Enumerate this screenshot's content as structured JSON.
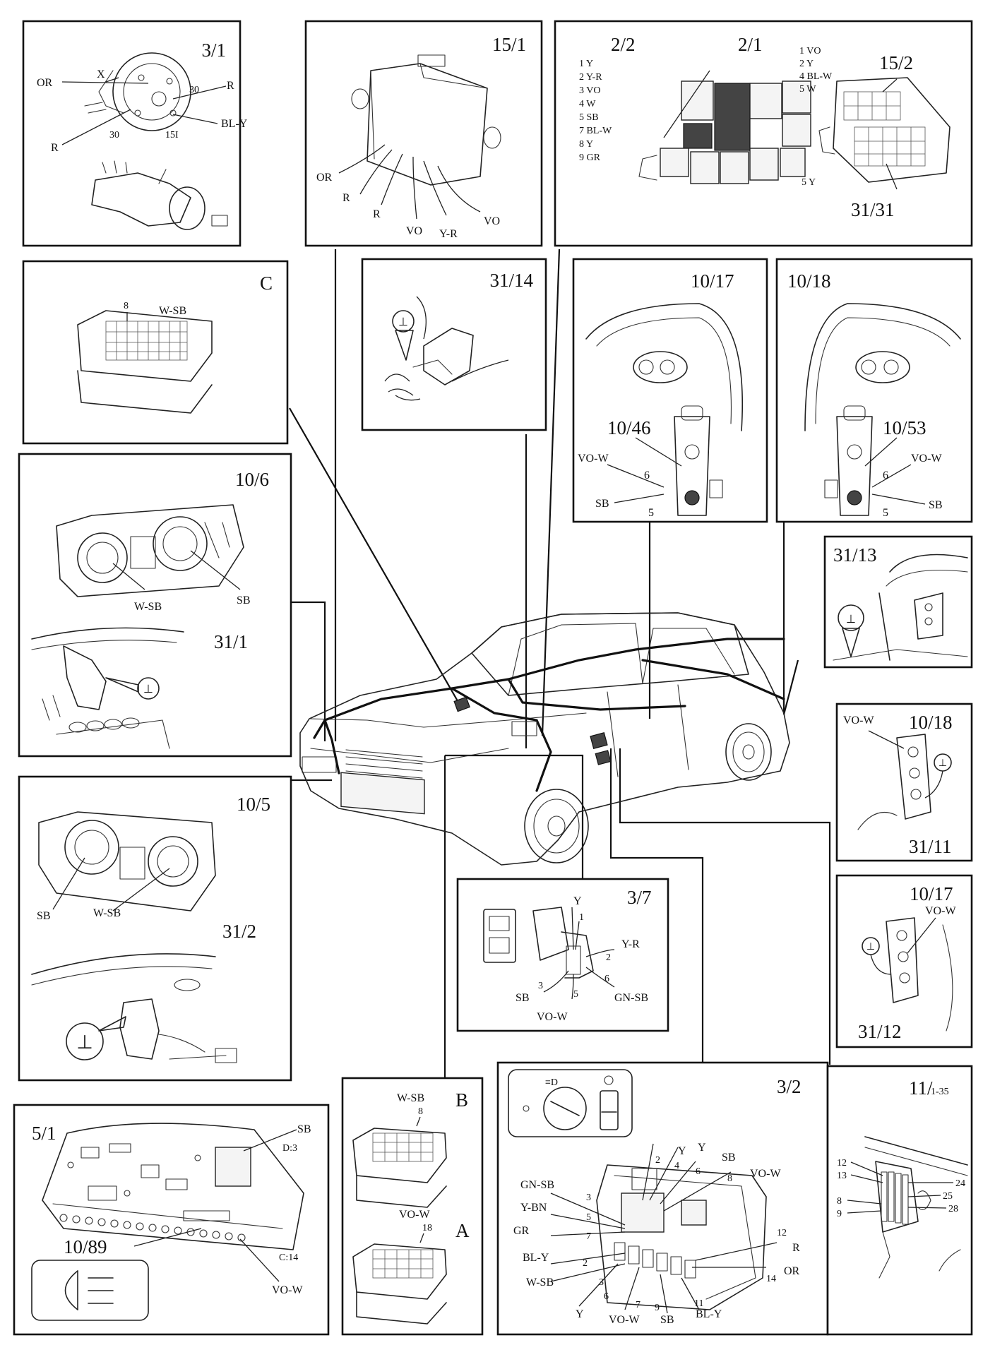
{
  "panels": {
    "p31": {
      "title": "3/1",
      "labels": [
        "OR",
        "X",
        "30",
        "R",
        "BL-Y",
        "R",
        "30",
        "15I"
      ]
    },
    "p151": {
      "title": "15/1",
      "labels": [
        "OR",
        "R",
        "R",
        "VO",
        "Y-R",
        "VO"
      ]
    },
    "p22": {
      "title": "2/2",
      "list": [
        "1 Y",
        "2 Y-R",
        "3 VO",
        "4 W",
        "5 SB",
        "7 BL-W",
        "8 Y",
        "9 GR"
      ]
    },
    "p21": {
      "title": "2/1",
      "list": [
        "1 VO",
        "2 Y",
        "4 BL-W",
        "5 W"
      ],
      "extra": [
        "15/2",
        "5 Y",
        "31/31"
      ]
    },
    "pC": {
      "title": "C",
      "labels": [
        "8",
        "W-SB"
      ]
    },
    "p3114": {
      "title": "31/14"
    },
    "p1017": {
      "title": "10/17",
      "sub": "10/46",
      "labels": [
        "VO-W",
        "6",
        "SB",
        "5"
      ]
    },
    "p1018": {
      "title": "10/18",
      "sub": "10/53",
      "labels": [
        "VO-W",
        "6",
        "SB",
        "5"
      ]
    },
    "p106": {
      "title": "10/6",
      "sub": "31/1",
      "labels": [
        "W-SB",
        "SB"
      ]
    },
    "p3113": {
      "title": "31/13"
    },
    "p1018b": {
      "title": "10/18",
      "sub": "31/11",
      "labels": [
        "VO-W"
      ]
    },
    "p105": {
      "title": "10/5",
      "sub": "31/2",
      "labels": [
        "SB",
        "W-SB"
      ]
    },
    "p37": {
      "title": "3/7",
      "labels": [
        "Y",
        "1",
        "Y-R",
        "2",
        "3",
        "SB",
        "6",
        "5",
        "VO-W",
        "GN-SB"
      ]
    },
    "p1017b": {
      "title": "10/17",
      "sub": "31/12",
      "labels": [
        "VO-W"
      ]
    },
    "p51": {
      "title": "5/1",
      "sub": "10/89",
      "labels": [
        "SB",
        "D:3",
        "C:14",
        "VO-W"
      ]
    },
    "pB": {
      "title": "B",
      "labels": [
        "W-SB",
        "8"
      ],
      "title2": "A",
      "labels2": [
        "VO-W",
        "18"
      ]
    },
    "p32": {
      "title": "3/2",
      "left": [
        "GN-SB",
        "3",
        "Y-BN",
        "5",
        "GR",
        "7",
        "BL-Y",
        "2",
        "W-SB",
        "3"
      ],
      "top": [
        "2",
        "Y",
        "4",
        "Y",
        "6",
        "SB",
        "8",
        "VO-W"
      ],
      "right": [
        "12",
        "R",
        "OR",
        "14"
      ],
      "bottom": [
        "6",
        "Y",
        "7",
        "VO-W",
        "9",
        "SB",
        "11",
        "BL-Y"
      ]
    },
    "p11": {
      "title": "11/",
      "sub": "1-35",
      "labels": [
        "12",
        "13",
        "8",
        "9",
        "24",
        "25",
        "28"
      ]
    }
  }
}
